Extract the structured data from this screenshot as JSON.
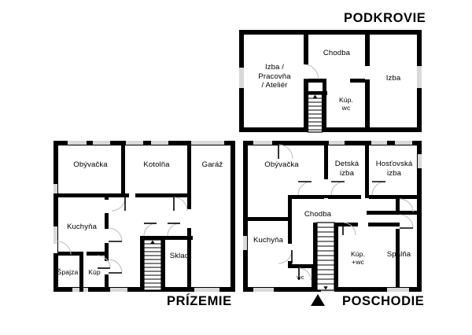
{
  "document": {
    "kind": "floor-plan",
    "language": "sk",
    "background_color": "#ffffff",
    "line_color": "#000000",
    "window_color": "#d9d9d9"
  },
  "titles": {
    "attic": "PODKROVIE",
    "ground": "PRÍZEMIE",
    "upper": "POSCHODIE"
  },
  "markers": {
    "north_arrow": "triangle-up"
  },
  "floors": [
    {
      "id": "attic",
      "title": "PODKROVIE",
      "rooms": [
        {
          "id": "attic-studio",
          "label": "Izba /\nPracovňa\n/ Ateliér"
        },
        {
          "id": "attic-hall",
          "label": "Chodba"
        },
        {
          "id": "attic-bath",
          "label": "Kúp.\nwc"
        },
        {
          "id": "attic-room",
          "label": "Izba"
        }
      ],
      "features": [
        "staircase",
        "doors",
        "windows"
      ]
    },
    {
      "id": "ground",
      "title": "PRÍZEMIE",
      "rooms": [
        {
          "id": "ground-living",
          "label": "Obývačka"
        },
        {
          "id": "ground-boiler",
          "label": "Kotolňa"
        },
        {
          "id": "ground-garage",
          "label": "Garáž"
        },
        {
          "id": "ground-kitchen",
          "label": "Kuchyňa"
        },
        {
          "id": "ground-pantry",
          "label": "Špajza"
        },
        {
          "id": "ground-bath",
          "label": "Kúp"
        },
        {
          "id": "ground-storage",
          "label": "Sklad"
        }
      ],
      "features": [
        "staircase",
        "doors",
        "windows"
      ]
    },
    {
      "id": "upper",
      "title": "POSCHODIE",
      "rooms": [
        {
          "id": "upper-living",
          "label": "Obývačka"
        },
        {
          "id": "upper-kids",
          "label": "Detská\nizba"
        },
        {
          "id": "upper-guest",
          "label": "Hosťovská\nizba"
        },
        {
          "id": "upper-hall",
          "label": "Chodba"
        },
        {
          "id": "upper-kitchen",
          "label": "Kuchyňa"
        },
        {
          "id": "upper-wc",
          "label": "wc"
        },
        {
          "id": "upper-bath",
          "label": "Kúp.\n+wc"
        },
        {
          "id": "upper-bedroom",
          "label": "Spálňa"
        }
      ],
      "features": [
        "staircase",
        "doors",
        "windows",
        "north-arrow"
      ]
    }
  ]
}
